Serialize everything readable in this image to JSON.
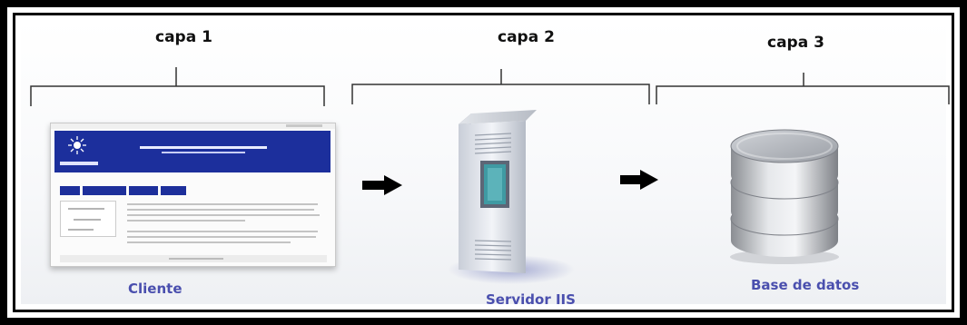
{
  "layers": [
    {
      "label": "capa 1",
      "caption": "Cliente",
      "node_icon": "web-page-icon"
    },
    {
      "label": "capa 2",
      "caption": "Servidor IIS",
      "node_icon": "server-tower-icon"
    },
    {
      "label": "capa 3",
      "caption": "Base de datos",
      "node_icon": "database-icon"
    }
  ],
  "colors": {
    "frame": "#000000",
    "caption": "#4a4fae",
    "banner": "#1c2f9c",
    "arrow": "#000000"
  }
}
